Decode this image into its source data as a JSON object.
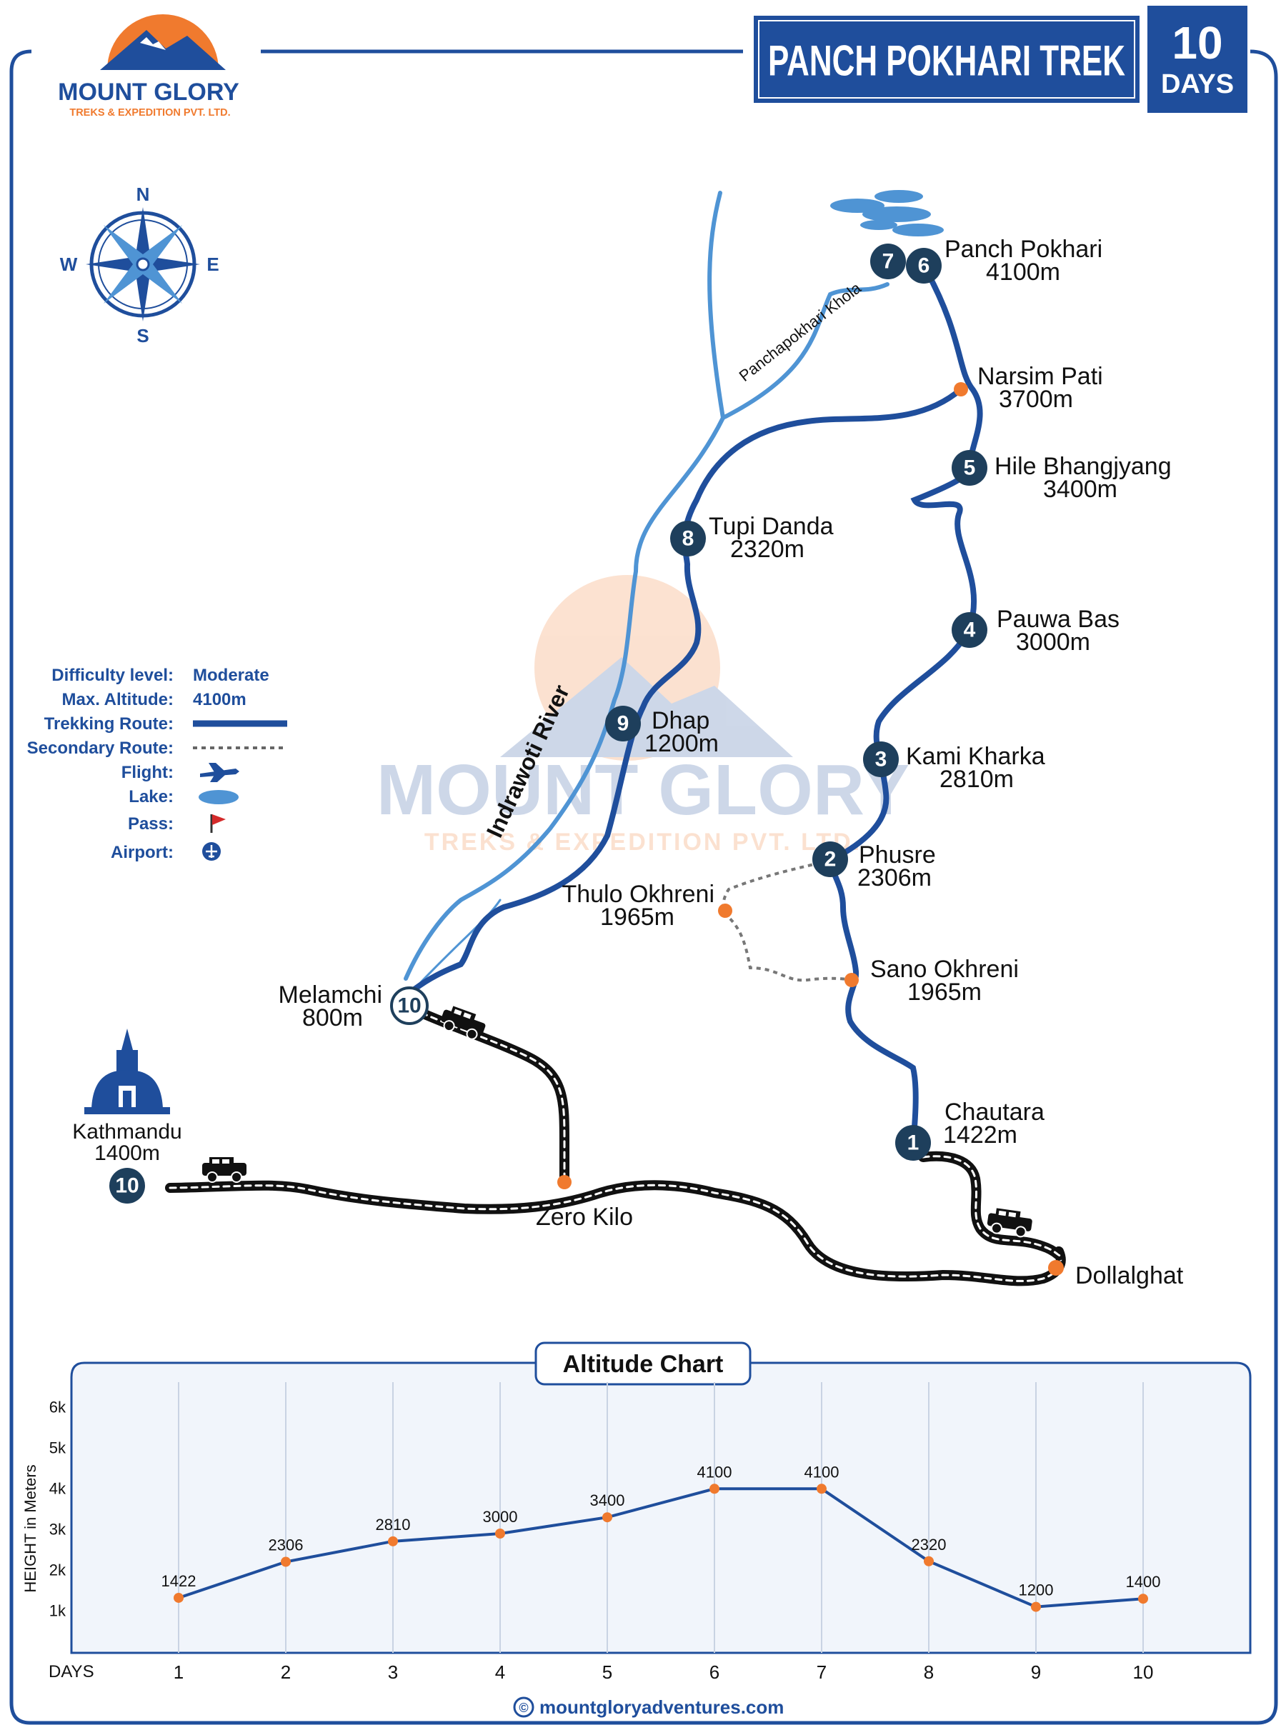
{
  "brand": {
    "name": "MOUNT GLORY",
    "tagline": "TREKS & EXPEDITION PVT. LTD."
  },
  "title": {
    "text": "PANCH POKHARI TREK",
    "days_number": "10",
    "days_word": "DAYS"
  },
  "compass": {
    "n": "N",
    "s": "S",
    "e": "E",
    "w": "W"
  },
  "legend": [
    {
      "key": "Difficulty level:",
      "value": "Moderate"
    },
    {
      "key": "Max. Altitude:",
      "value": "4100m"
    },
    {
      "key": "Trekking Route:",
      "value": ""
    },
    {
      "key": "Secondary Route:",
      "value": ""
    },
    {
      "key": "Flight:",
      "value": ""
    },
    {
      "key": "Lake:",
      "value": ""
    },
    {
      "key": "Pass:",
      "value": ""
    },
    {
      "key": "Airport:",
      "value": ""
    }
  ],
  "rivers": {
    "main": "Indrawoti River",
    "tributary": "Panchapokhari Khola"
  },
  "stops": [
    {
      "day": "1",
      "name": "Chautara",
      "alt": "1422m"
    },
    {
      "day": "2",
      "name": "Phusre",
      "alt": "2306m"
    },
    {
      "day": "3",
      "name": "Kami Kharka",
      "alt": "2810m"
    },
    {
      "day": "4",
      "name": "Pauwa Bas",
      "alt": "3000m"
    },
    {
      "day": "5",
      "name": "Hile Bhangjyang",
      "alt": "3400m"
    },
    {
      "day": "6",
      "name": "Panch Pokhari",
      "alt": "4100m"
    },
    {
      "day": "7",
      "name": "",
      "alt": ""
    },
    {
      "day": "8",
      "name": "Tupi Danda",
      "alt": "2320m"
    },
    {
      "day": "9",
      "name": "Dhap",
      "alt": "1200m"
    },
    {
      "day": "10",
      "name": "Melamchi",
      "alt": "800m"
    }
  ],
  "points": [
    {
      "name": "Narsim Pati",
      "alt": "3700m"
    },
    {
      "name": "Thulo Okhreni",
      "alt": "1965m"
    },
    {
      "name": "Sano Okhreni",
      "alt": "1965m"
    },
    {
      "name": "Zero Kilo",
      "alt": ""
    },
    {
      "name": "Dollalghat",
      "alt": ""
    }
  ],
  "kathmandu": {
    "name": "Kathmandu",
    "alt": "1400m",
    "day": "10"
  },
  "watermark": {
    "line1": "MOUNT GLORY",
    "line2": "TREKS & EXPEDITION PVT. LTD."
  },
  "colors": {
    "navy": "#1f4e9c",
    "badge": "#1e3f5c",
    "river": "#4f94d4",
    "orange": "#f07a2e",
    "road": "#111111"
  },
  "chart_data": {
    "type": "line",
    "title": "Altitude Chart",
    "xlabel": "DAYS",
    "ylabel": "HEIGHT in Meters",
    "categories": [
      "1",
      "2",
      "3",
      "4",
      "5",
      "6",
      "7",
      "8",
      "9",
      "10"
    ],
    "values": [
      1422,
      2306,
      2810,
      3000,
      3400,
      4100,
      4100,
      2320,
      1200,
      1400
    ],
    "data_labels": [
      "1422",
      "2306",
      "2810",
      "3000",
      "3400",
      "4100",
      "4100",
      "2320",
      "1200",
      "1400"
    ],
    "yticks": [
      "1k",
      "2k",
      "3k",
      "4k",
      "5k",
      "6k"
    ],
    "ylim": [
      0,
      6500
    ],
    "grid": "vertical"
  },
  "footer": {
    "copyright_symbol": "©",
    "website": "mountgloryadventures.com"
  }
}
